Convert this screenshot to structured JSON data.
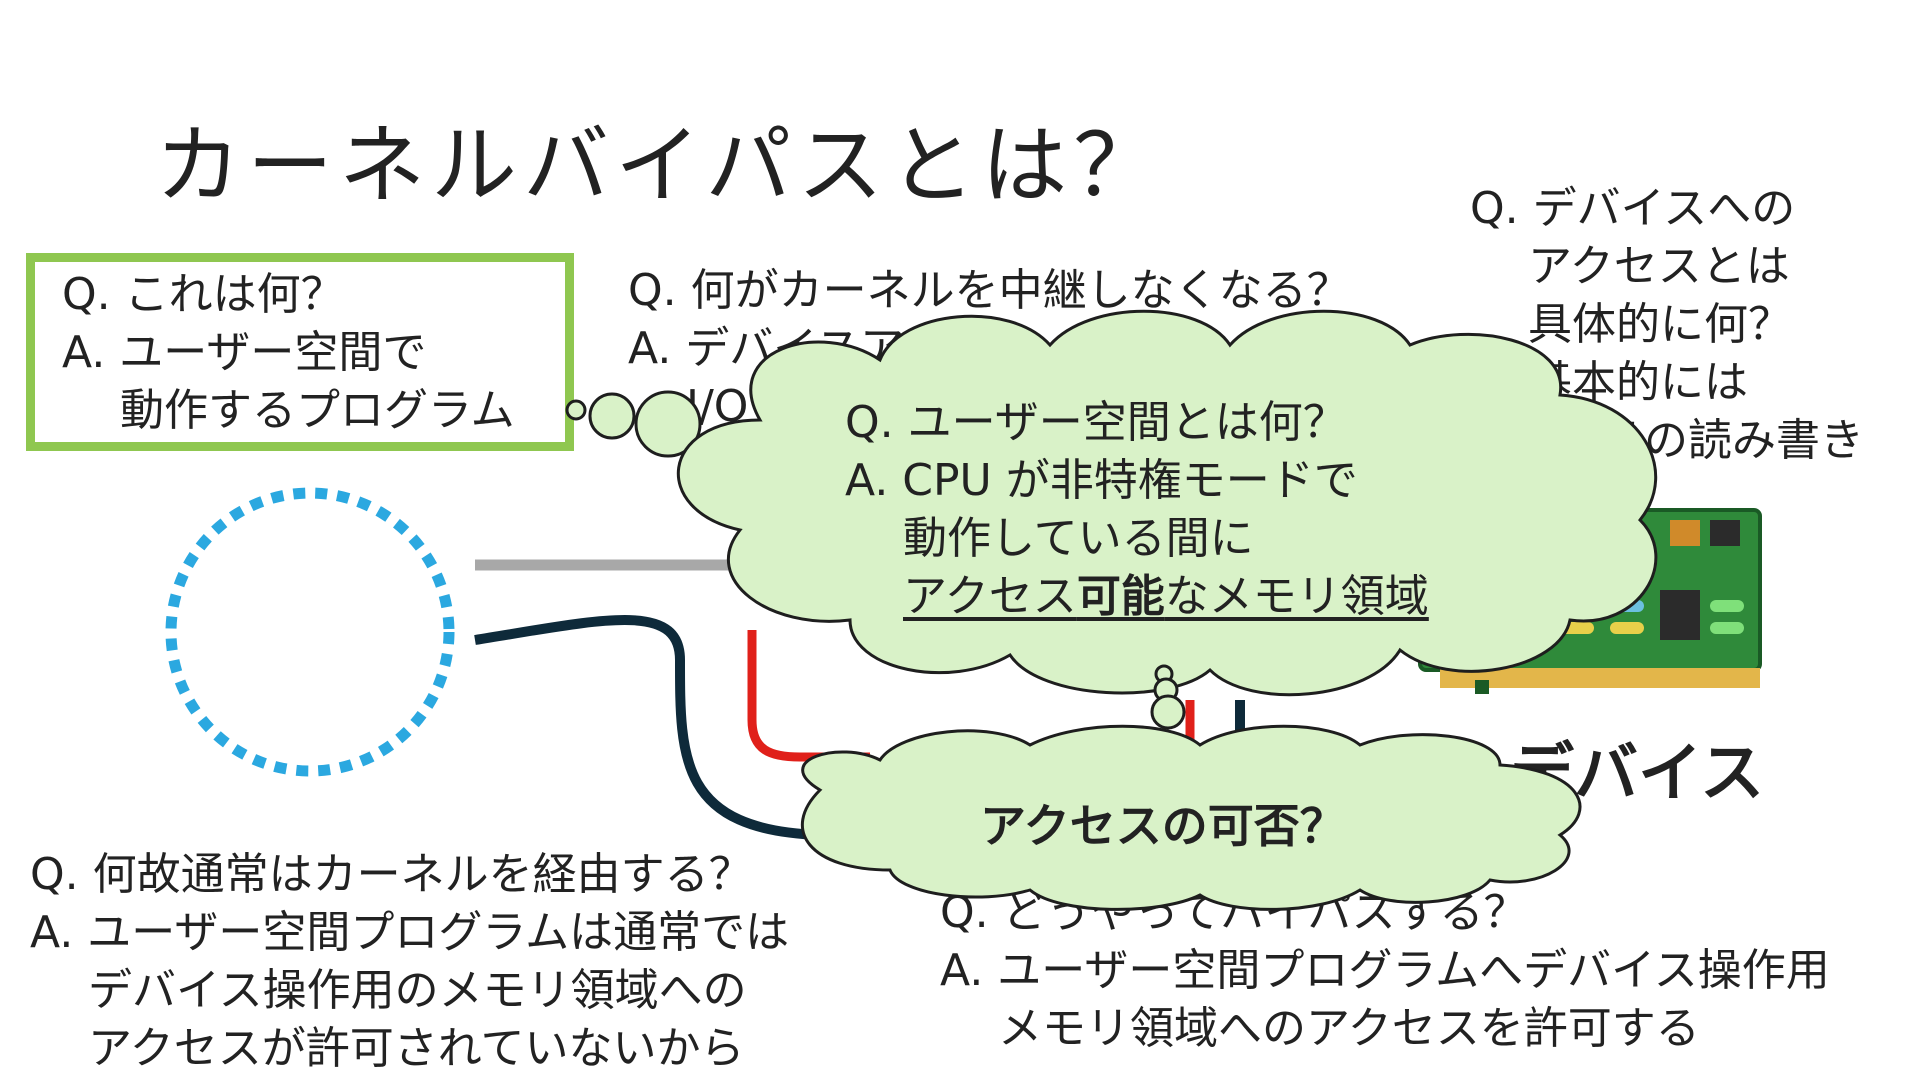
{
  "title": "カーネルバイパスとは？",
  "qa_what": {
    "q": "Q. これは何？",
    "a1": "A. ユーザー空間で",
    "a2": "動作するプログラム"
  },
  "qa_relay": {
    "q": "Q. 何がカーネルを中継しなくなる？",
    "a1": "A. デバイスアクセス",
    "a2": "I/O"
  },
  "qa_device_access": {
    "l1": "Q. デバイスへの",
    "l2": "アクセスとは",
    "l3": "具体的に何？",
    "l4": "基本的には",
    "l5": "リの読み書き"
  },
  "qa_userspace": {
    "q": "Q. ユーザー空間とは何？",
    "a1": "A. CPU が非特権モードで",
    "a2": "動作している間に",
    "a3_pre": "アクセス",
    "a3_bold": "可能",
    "a3_post": "なメモリ領域"
  },
  "access_question": "アクセスの可否？",
  "device_label": "デバイス",
  "qa_why_kernel": {
    "q": "Q. 何故通常はカーネルを経由する？",
    "a1": "A. ユーザー空間プログラムは通常では",
    "a2": "デバイス操作用のメモリ領域への",
    "a3": "アクセスが許可されていないから"
  },
  "qa_how_bypass": {
    "q": "Q. どうやってバイパスする？",
    "a1": "A. ユーザー空間プログラムへデバイス操作用",
    "a2": "メモリ領域へのアクセスを許可する"
  },
  "colors": {
    "box_green": "#8fc750",
    "dotted_circle": "#2ba8e0",
    "cloud_fill": "#d9f2c8",
    "cloud_stroke": "#1e1e1e",
    "gray_line": "#a8a8a8",
    "dark_line": "#0e2a3a",
    "red_line": "#e0201a",
    "pcb_green": "#2f8a3a"
  }
}
